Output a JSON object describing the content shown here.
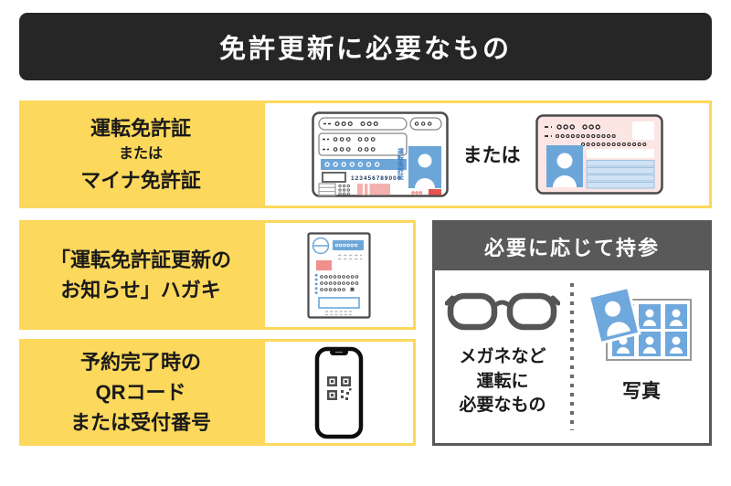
{
  "banner": {
    "title": "免許更新に必要なもの"
  },
  "rows": {
    "license": {
      "line1": "運転免許証",
      "line2": "または",
      "line3": "マイナ免許証",
      "or": "または",
      "card_label": "運転免許証",
      "card_number": "123456789000"
    },
    "postcard": {
      "line1": "「運転免許証更新の",
      "line2": "お知らせ」ハガキ"
    },
    "reservation": {
      "line1": "予約完了時の",
      "line2": "QRコード",
      "line3": "または受付番号"
    }
  },
  "optional": {
    "header": "必要に応じて持参",
    "glasses_line1": "メガネなど",
    "glasses_line2": "運転に",
    "glasses_line3": "必要なもの",
    "photo_label": "写真"
  },
  "colors": {
    "accent_yellow": "#FCD85C",
    "banner_bg": "#262626",
    "optional_header_bg": "#595959",
    "illustration_blue": "#6CA6D9",
    "mynumber_pink": "#FBE6E4",
    "stamp_red": "#E25550"
  }
}
